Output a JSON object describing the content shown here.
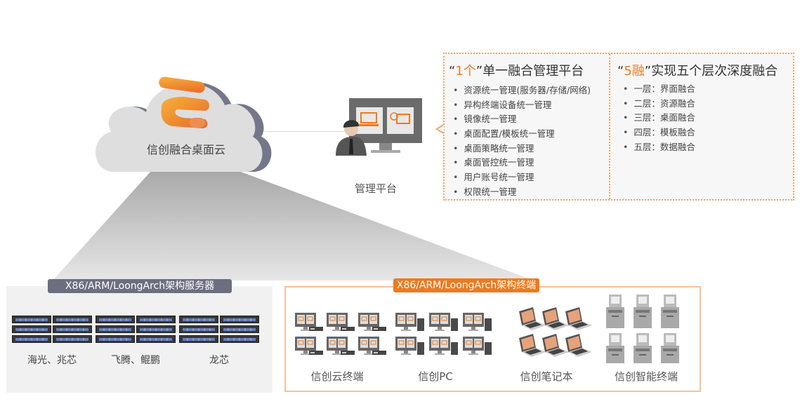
{
  "cloud": {
    "label": "信创融合桌面云",
    "icon": "orange-stacked-bars-logo"
  },
  "management": {
    "label": "管理平台",
    "icons": [
      "admin-person-icon",
      "monitor-icon",
      "laptop-lock-icon",
      "globe-display-icon"
    ]
  },
  "info_panel": {
    "left": {
      "title_prefix": "“",
      "title_highlight": "1个",
      "title_rest": "”单一融合管理平台",
      "items": [
        "资源统一管理(服务器/存储/网络)",
        "异构终端设备统一管理",
        "镜像统一管理",
        "桌面配置/模板统一管理",
        "桌面策略统一管理",
        "桌面管控统一管理",
        "用户账号统一管理",
        "权限统一管理"
      ]
    },
    "right": {
      "title_prefix": "“",
      "title_highlight": "5融",
      "title_rest": "”实现五个层次深度融合",
      "items": [
        "一层：界面融合",
        "二层：资源融合",
        "三层：桌面融合",
        "四层：模板融合",
        "五层：数据融合"
      ]
    }
  },
  "servers": {
    "title": "X86/ARM/LoongArch架构服务器",
    "groups": [
      "海光、兆芯",
      "飞腾、鲲鹏",
      "龙芯"
    ]
  },
  "terminals": {
    "title": "X86/ARM/LoongArch架构终端",
    "groups": [
      "信创云终端",
      "信创PC",
      "信创笔记本",
      "信创智能终端"
    ]
  },
  "colors": {
    "accent": "#ee7a1f",
    "server_label_bg": "#6d6f80",
    "panel_bg": "#f1f1f1",
    "cloud": "#dcdcdc"
  }
}
